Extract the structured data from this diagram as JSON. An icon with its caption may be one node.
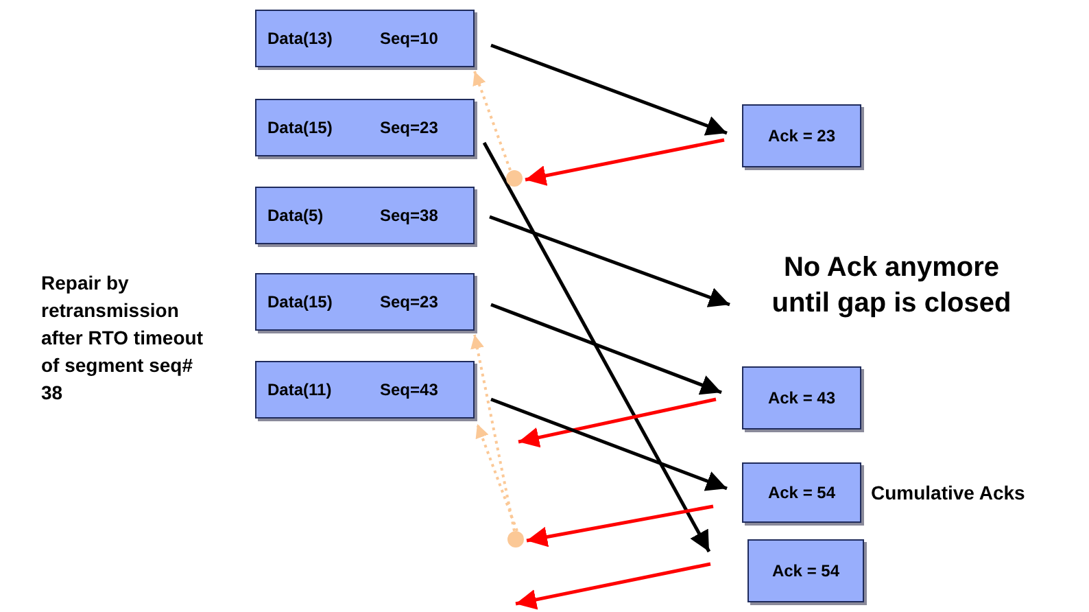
{
  "diagram": {
    "nodes": [
      {
        "text": [
          "Data(13)",
          "Seq=10"
        ]
      },
      {
        "text": [
          "Data(15)",
          "Seq=23"
        ]
      },
      {
        "text": [
          "Data(5)",
          "Seq=38"
        ]
      },
      {
        "text": [
          "Data(15)",
          "Seq=23"
        ]
      },
      {
        "text": [
          "Data(11)",
          "Seq=43"
        ]
      },
      {
        "text": [
          "Ack = 23"
        ]
      },
      {
        "text": [
          "No Ack anymore until gap is closed"
        ]
      },
      {
        "text": [
          "Ack = 43"
        ]
      },
      {
        "text": [
          "Ack = 54"
        ],
        "beside": [
          "Cumulative Acks"
        ]
      },
      {
        "text": [
          "Ack = 54"
        ]
      },
      {
        "text": [],
        "shape": "circle"
      },
      {
        "text": [],
        "shape": "circle"
      }
    ],
    "edges": [
      {
        "from": 0,
        "to": 5,
        "arrow": "to"
      },
      {
        "from": 5,
        "to": 10,
        "arrow": "to",
        "color": "#ff0000"
      },
      {
        "from": 10,
        "to": 0,
        "arrow": "to",
        "style": "dashed",
        "color": "#fbc896"
      },
      {
        "from": 1,
        "to": 9,
        "arrow": "to"
      },
      {
        "from": 2,
        "to": 6,
        "arrow": "to"
      },
      {
        "from": 3,
        "to": 7,
        "arrow": "to"
      },
      {
        "from": 7,
        "to": null,
        "arrow": "to",
        "color": "#ff0000"
      },
      {
        "from": 4,
        "to": 8,
        "arrow": "to"
      },
      {
        "from": 8,
        "to": 11,
        "arrow": "to",
        "color": "#ff0000"
      },
      {
        "from": 11,
        "to": 3,
        "arrow": "to",
        "style": "dashed",
        "color": "#fbc896"
      },
      {
        "from": 11,
        "to": 4,
        "arrow": "to",
        "style": "dashed",
        "color": "#fbc896"
      },
      {
        "from": 9,
        "to": null,
        "arrow": "to",
        "color": "#ff0000"
      }
    ],
    "labels": [
      "Repair by retransmission after RTO timeout of segment seq# 38"
    ]
  }
}
